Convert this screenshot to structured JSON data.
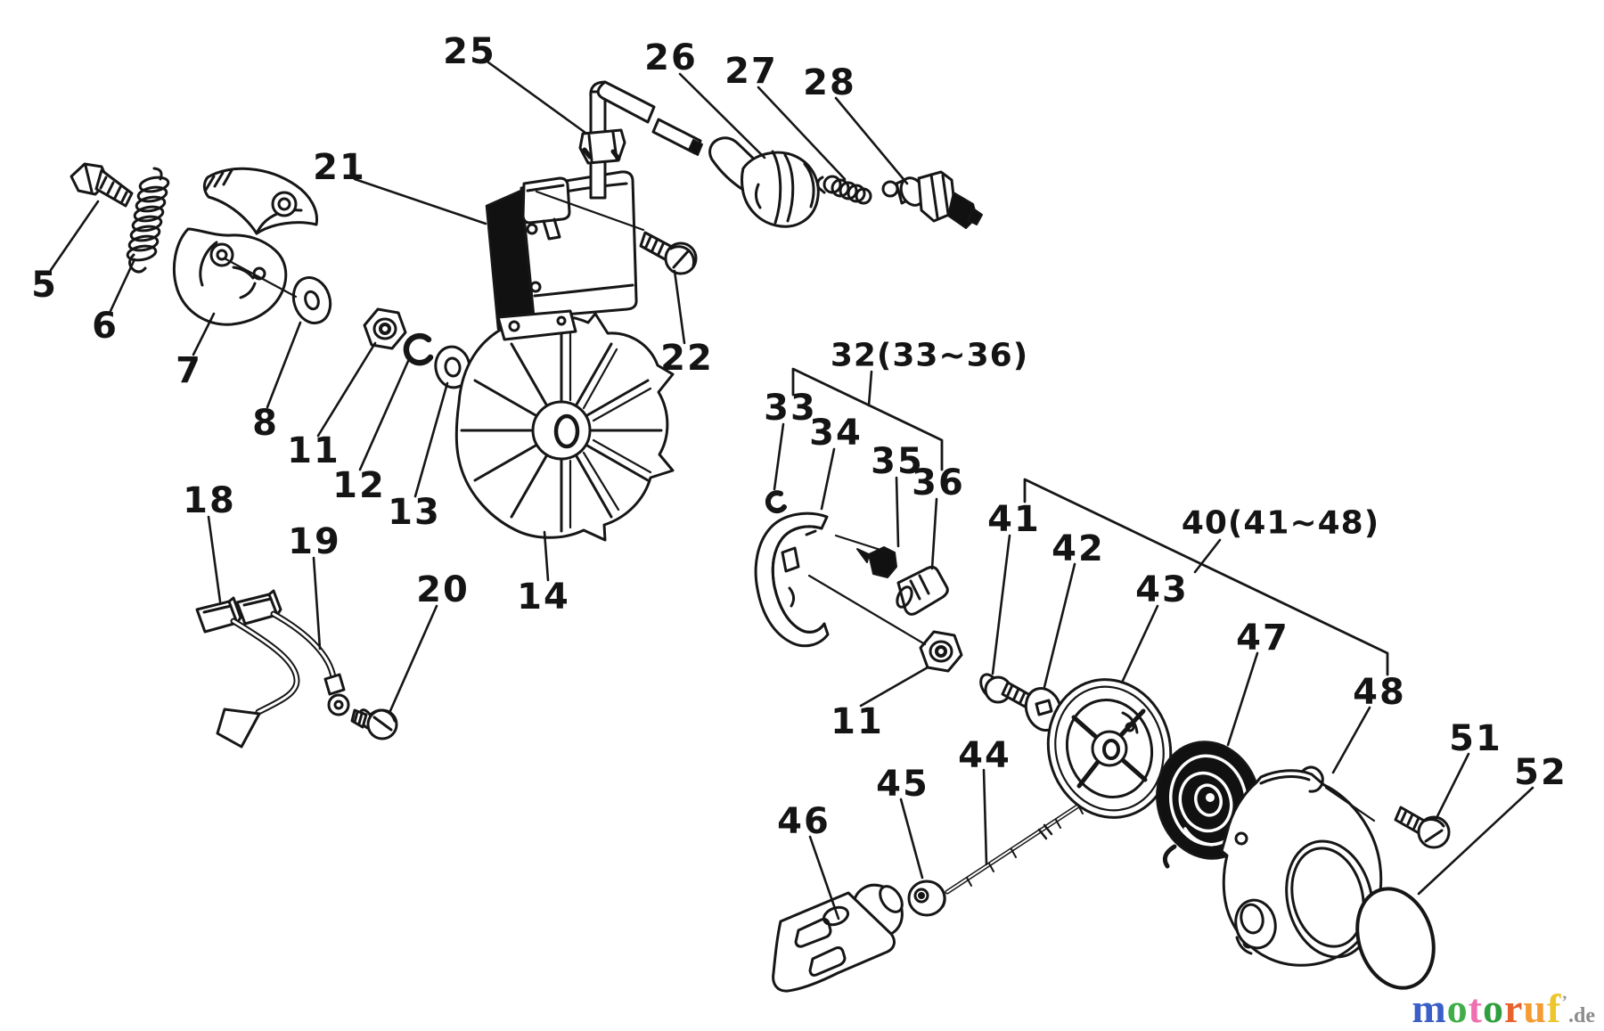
{
  "page": {
    "background": "#ffffff"
  },
  "diagram": {
    "ink": "#161616",
    "labels": [
      {
        "part": "bolt",
        "text": "5"
      },
      {
        "part": "tension-spring",
        "text": "6"
      },
      {
        "part": "clutch-assembly",
        "text": "7"
      },
      {
        "part": "washer",
        "text": "8"
      },
      {
        "part": "hex-nut",
        "text": "11"
      },
      {
        "part": "lock-washer",
        "text": "12"
      },
      {
        "part": "washer",
        "text": "13"
      },
      {
        "part": "flywheel",
        "text": "14"
      },
      {
        "part": "stop-wire",
        "text": "18"
      },
      {
        "part": "lead-wire",
        "text": "19"
      },
      {
        "part": "screw",
        "text": "20"
      },
      {
        "part": "ignition-coil",
        "text": "21"
      },
      {
        "part": "bolt",
        "text": "22"
      },
      {
        "part": "high-tension-lead",
        "text": "25"
      },
      {
        "part": "spark-plug-cap",
        "text": "26"
      },
      {
        "part": "cap-spring",
        "text": "27"
      },
      {
        "part": "spark-plug",
        "text": "28"
      },
      {
        "part": "switch-group",
        "text": "32(33~36)"
      },
      {
        "part": "clip",
        "text": "33"
      },
      {
        "part": "switch-housing",
        "text": "34"
      },
      {
        "part": "switch-contact",
        "text": "35"
      },
      {
        "part": "stop-switch",
        "text": "36"
      },
      {
        "part": "hex-nut",
        "text": "11"
      },
      {
        "part": "starter-group",
        "text": "40(41~48)"
      },
      {
        "part": "bolt",
        "text": "41"
      },
      {
        "part": "washer",
        "text": "42"
      },
      {
        "part": "starter-pulley",
        "text": "43"
      },
      {
        "part": "starter-rope",
        "text": "44"
      },
      {
        "part": "rope-bushing",
        "text": "45"
      },
      {
        "part": "starter-handle",
        "text": "46"
      },
      {
        "part": "recoil-spring",
        "text": "47"
      },
      {
        "part": "starter-housing",
        "text": "48"
      },
      {
        "part": "bolt",
        "text": "51"
      },
      {
        "part": "cover-plate",
        "text": "52"
      }
    ]
  },
  "watermark": {
    "letters": [
      {
        "char": "m",
        "color": "#3a5fc8"
      },
      {
        "char": "o",
        "color": "#3fae49"
      },
      {
        "char": "t",
        "color": "#ef6fb0"
      },
      {
        "char": "o",
        "color": "#2e9e3e"
      },
      {
        "char": "r",
        "color": "#e8622d"
      },
      {
        "char": "u",
        "color": "#f59b31"
      },
      {
        "char": "f",
        "color": "#edc52c"
      }
    ],
    "tick": {
      "char": "’",
      "color": "#9a9a9a"
    },
    "suffix": ".de"
  }
}
